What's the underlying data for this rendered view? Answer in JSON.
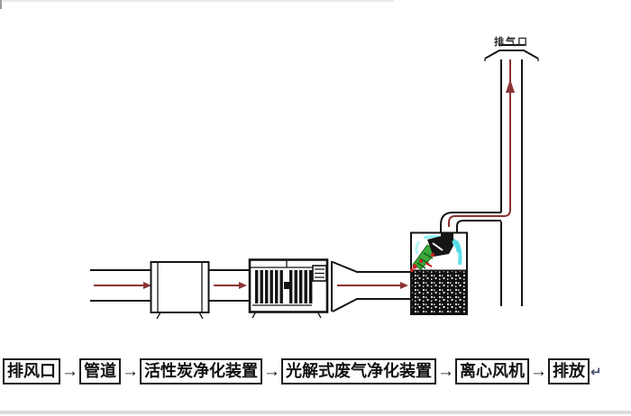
{
  "diagram": {
    "chimney_label": "排气口",
    "colors": {
      "line": "#141414",
      "flow": "#8b3333",
      "fan_cyan": "#4cdde8",
      "fan_green": "#3aa83a",
      "fan_red": "#cc2222",
      "carbon_fill": "#111111"
    },
    "components": {
      "inlet_pipe": "pipe",
      "junction_box": "duct junction box",
      "carbon_unit": "activated carbon purification unit",
      "photolysis_unit": "photolysis exhaust purification unit",
      "fan_unit": "centrifugal fan",
      "stack": "exhaust stack"
    }
  },
  "flowchart": {
    "arrow": "→",
    "return_mark": "↵",
    "steps": [
      "排风口",
      "管道",
      "活性炭净化装置",
      "光解式废气净化装置",
      "离心风机",
      "排放"
    ]
  }
}
